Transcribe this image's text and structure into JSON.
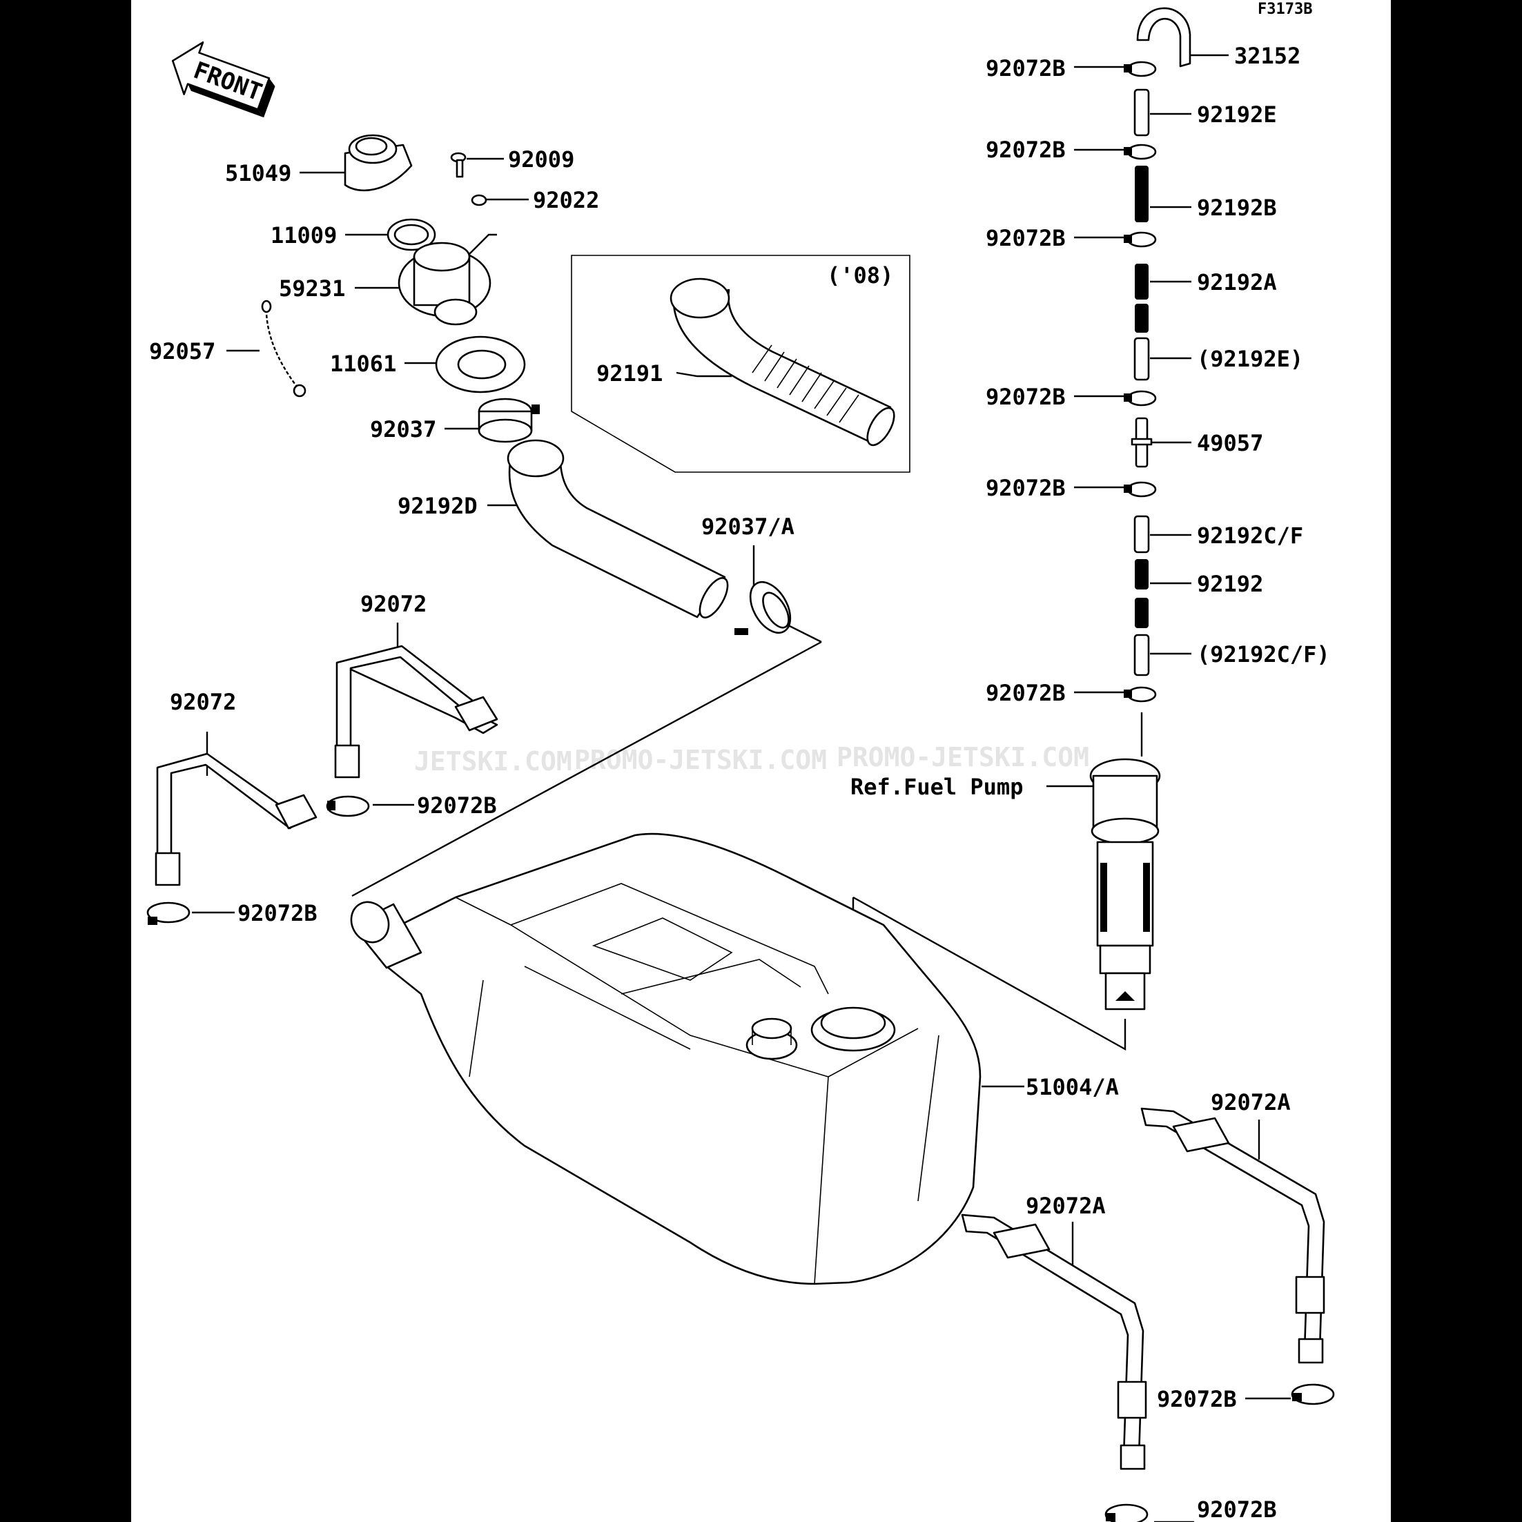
{
  "diagram": {
    "code": "F3173B",
    "direction_label": "FRONT",
    "inset_note": "('08)",
    "watermarks": [
      "JETSKI.COM",
      "PROMO-JETSKI.COM",
      "PROMO-JETSKI.COM"
    ],
    "colors": {
      "background": "#000000",
      "paper": "#ffffff",
      "ink": "#000000",
      "watermark": "#e4e4e4"
    }
  },
  "callouts": [
    {
      "id": "32152",
      "text": "32152"
    },
    {
      "id": "92072B-1",
      "text": "92072B"
    },
    {
      "id": "92192E",
      "text": "92192E"
    },
    {
      "id": "92072B-2",
      "text": "92072B"
    },
    {
      "id": "92192B",
      "text": "92192B"
    },
    {
      "id": "92072B-3",
      "text": "92072B"
    },
    {
      "id": "92192A",
      "text": "92192A"
    },
    {
      "id": "92192E-ref",
      "text": "(92192E)"
    },
    {
      "id": "92072B-4",
      "text": "92072B"
    },
    {
      "id": "49057",
      "text": "49057"
    },
    {
      "id": "92072B-5",
      "text": "92072B"
    },
    {
      "id": "92192C-F",
      "text": "92192C/F"
    },
    {
      "id": "92192",
      "text": "92192"
    },
    {
      "id": "92192C-F-ref",
      "text": "(92192C/F)"
    },
    {
      "id": "92072B-6",
      "text": "92072B"
    },
    {
      "id": "ref-fuel-pump",
      "text": "Ref.Fuel Pump"
    },
    {
      "id": "51049",
      "text": "51049"
    },
    {
      "id": "92009",
      "text": "92009"
    },
    {
      "id": "92022",
      "text": "92022"
    },
    {
      "id": "11009",
      "text": "11009"
    },
    {
      "id": "59231",
      "text": "59231"
    },
    {
      "id": "92057",
      "text": "92057"
    },
    {
      "id": "11061",
      "text": "11061"
    },
    {
      "id": "92037",
      "text": "92037"
    },
    {
      "id": "92191",
      "text": "92191"
    },
    {
      "id": "92192D",
      "text": "92192D"
    },
    {
      "id": "92037-A",
      "text": "92037/A"
    },
    {
      "id": "92072-1",
      "text": "92072"
    },
    {
      "id": "92072-2",
      "text": "92072"
    },
    {
      "id": "92072B-7",
      "text": "92072B"
    },
    {
      "id": "92072B-8",
      "text": "92072B"
    },
    {
      "id": "51004-A",
      "text": "51004/A"
    },
    {
      "id": "92072A-1",
      "text": "92072A"
    },
    {
      "id": "92072A-2",
      "text": "92072A"
    },
    {
      "id": "92072B-9",
      "text": "92072B"
    },
    {
      "id": "92072B-10",
      "text": "92072B"
    }
  ]
}
